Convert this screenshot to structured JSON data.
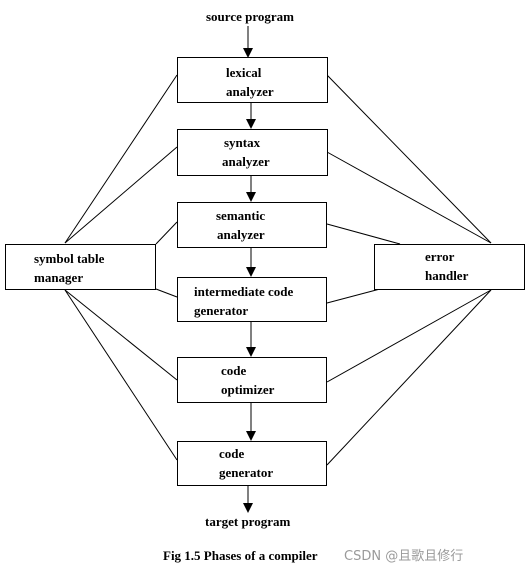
{
  "input_label": "source program",
  "output_label": "target program",
  "phases": [
    {
      "line1": "lexical",
      "line2": "analyzer"
    },
    {
      "line1": "syntax",
      "line2": "analyzer"
    },
    {
      "line1": "semantic",
      "line2": "analyzer"
    },
    {
      "line1": "intermediate code",
      "line2": "generator"
    },
    {
      "line1": "code",
      "line2": "optimizer"
    },
    {
      "line1": "code",
      "line2": "generator"
    }
  ],
  "symbol_table": {
    "line1": "symbol table",
    "line2": "manager"
  },
  "error_handler": {
    "line1": "error",
    "line2": "handler"
  },
  "caption": "Fig 1.5 Phases of a compiler",
  "watermark": "CSDN @且歌且修行"
}
